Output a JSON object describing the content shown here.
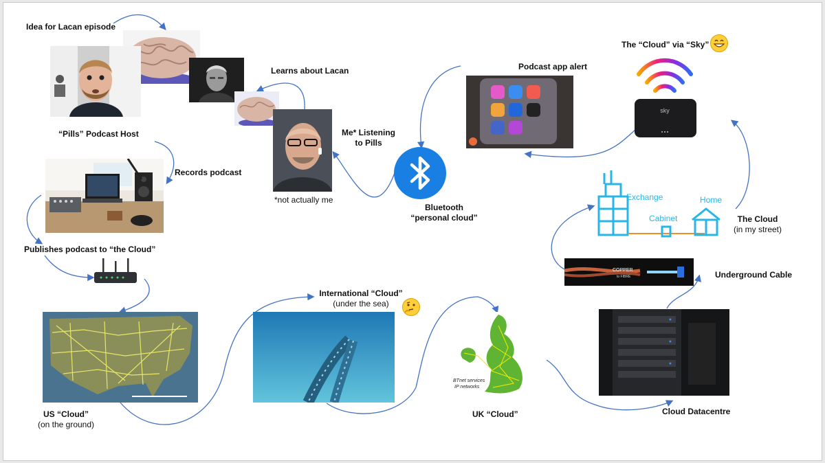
{
  "captions": {
    "idea": "Idea for Lacan episode",
    "host": "“Pills” Podcast Host",
    "learns": "Learns about Lacan",
    "listening": "Me* Listening",
    "listening2": "to Pills",
    "not_me": "*not actually me",
    "records": "Records podcast",
    "publishes": "Publishes podcast to “the Cloud”",
    "bluetooth": "Bluetooth",
    "bluetooth2": "“personal cloud”",
    "alert": "Podcast app alert",
    "sky": "The “Cloud” via “Sky”",
    "street": "The Cloud",
    "street2": "(in my street)",
    "cable": "Underground Cable",
    "datacentre": "Cloud Datacentre",
    "uk": "UK “Cloud”",
    "intl": "International “Cloud”",
    "intl2": "(under the sea)",
    "us": "US “Cloud”",
    "us2": "(on the ground)"
  },
  "network_labels": {
    "exchange": "Exchange",
    "cabinet": "Cabinet",
    "home": "Home"
  },
  "image_text": {
    "copper": "COPPER",
    "fibre": "to FIBRE",
    "bt1": "BTnet services",
    "bt2": "IP networks",
    "sky_logo": "sky"
  },
  "icons": {
    "bluetooth": "bluetooth-icon",
    "grin": "grinning-emoji-icon",
    "thinking": "thinking-emoji-icon"
  },
  "colors": {
    "arrow": "#4472c4",
    "bluetooth": "#1a7fe3",
    "network": "#27b6e6",
    "fibre_line": "#f28c28",
    "sea": "#3fa6cf"
  }
}
